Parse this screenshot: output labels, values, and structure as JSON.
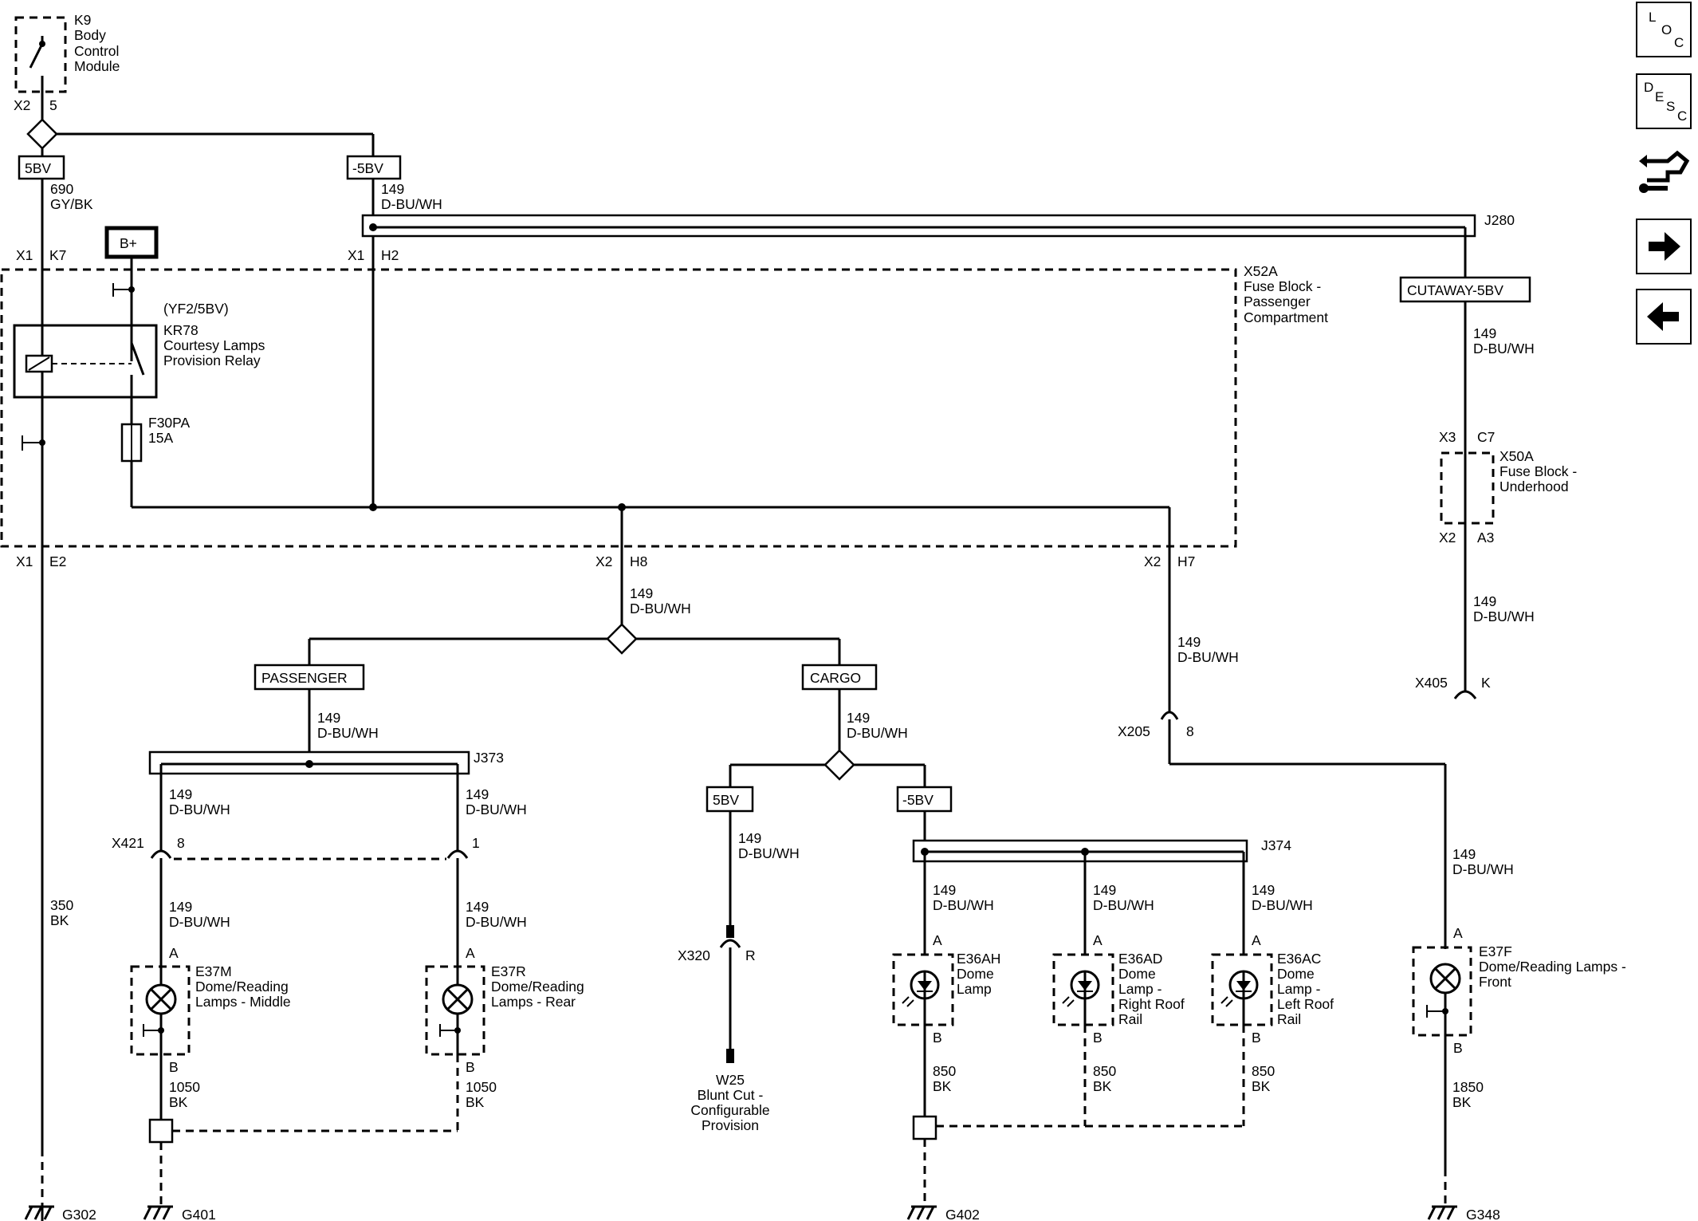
{
  "components": {
    "k9": {
      "lines": [
        "K9",
        "Body",
        "Control",
        "Module"
      ],
      "conn": "X2",
      "pin": "5"
    },
    "kr78": {
      "option": "(YF2/5BV)",
      "lines": [
        "KR78",
        "Courtesy Lamps",
        "Provision Relay"
      ]
    },
    "f30pa": {
      "lines": [
        "F30PA",
        "15A"
      ]
    },
    "x52a": {
      "lines": [
        "X52A",
        "Fuse Block -",
        "Passenger",
        "Compartment"
      ]
    },
    "x50a": {
      "lines": [
        "X50A",
        "Fuse Block -",
        "Underhood"
      ]
    },
    "bplus": "B+",
    "e37m": {
      "lines": [
        "E37M",
        "Dome/Reading",
        "Lamps - Middle"
      ]
    },
    "e37r": {
      "lines": [
        "E37R",
        "Dome/Reading",
        "Lamps - Rear"
      ]
    },
    "e36ah": {
      "lines": [
        "E36AH",
        "Dome",
        "Lamp"
      ]
    },
    "e36ad": {
      "lines": [
        "E36AD",
        "Dome",
        "Lamp -",
        "Right Roof",
        "Rail"
      ]
    },
    "e36ac": {
      "lines": [
        "E36AC",
        "Dome",
        "Lamp -",
        "Left Roof",
        "Rail"
      ]
    },
    "e37f": {
      "lines": [
        "E37F",
        "Dome/Reading Lamps -",
        "Front"
      ]
    },
    "w25": {
      "lines": [
        "W25",
        "Blunt Cut -",
        "Configurable",
        "Provision"
      ]
    }
  },
  "options": {
    "bv5": "5BV",
    "neg_bv5": "-5BV",
    "cutaway": "CUTAWAY-5BV",
    "passenger": "PASSENGER",
    "cargo": "CARGO",
    "bv5_cargo": "5BV",
    "neg_bv5_cargo": "-5BV"
  },
  "wires": {
    "w690": [
      "690",
      "GY/BK"
    ],
    "w149_top": [
      "149",
      "D-BU/WH"
    ],
    "w149_cut": [
      "149",
      "D-BU/WH"
    ],
    "w149_x2a3": [
      "149",
      "D-BU/WH"
    ],
    "w149_h8": [
      "149",
      "D-BU/WH"
    ],
    "w149_h7": [
      "149",
      "D-BU/WH"
    ],
    "w149_pass": [
      "149",
      "D-BU/WH"
    ],
    "w149_cargo": [
      "149",
      "D-BU/WH"
    ],
    "w149_j373l": [
      "149",
      "D-BU/WH"
    ],
    "w149_j373r": [
      "149",
      "D-BU/WH"
    ],
    "w149_e37m": [
      "149",
      "D-BU/WH"
    ],
    "w149_e37r": [
      "149",
      "D-BU/WH"
    ],
    "w149_5bv": [
      "149",
      "D-BU/WH"
    ],
    "w149_e36ah": [
      "149",
      "D-BU/WH"
    ],
    "w149_e36ad": [
      "149",
      "D-BU/WH"
    ],
    "w149_e36ac": [
      "149",
      "D-BU/WH"
    ],
    "w149_e37f": [
      "149",
      "D-BU/WH"
    ],
    "w350": [
      "350",
      "BK"
    ],
    "w1050_m": [
      "1050",
      "BK"
    ],
    "w1050_r": [
      "1050",
      "BK"
    ],
    "w850_ah": [
      "850",
      "BK"
    ],
    "w850_ad": [
      "850",
      "BK"
    ],
    "w850_ac": [
      "850",
      "BK"
    ],
    "w1850": [
      "1850",
      "BK"
    ]
  },
  "splices": {
    "j280": "J280",
    "j373": "J373",
    "j374": "J374"
  },
  "connectors": {
    "x1k7": [
      "X1",
      "K7"
    ],
    "x1h2": [
      "X1",
      "H2"
    ],
    "x1e2": [
      "X1",
      "E2"
    ],
    "x2h8": [
      "X2",
      "H8"
    ],
    "x2h7": [
      "X2",
      "H7"
    ],
    "x3c7": [
      "X3",
      "C7"
    ],
    "x2a3": [
      "X2",
      "A3"
    ],
    "x405": [
      "X405",
      "K"
    ],
    "x205": [
      "X205",
      "8"
    ],
    "x421": [
      "X421",
      "8"
    ],
    "x421b": "1",
    "x320": [
      "X320",
      "R"
    ]
  },
  "pins": {
    "a": "A",
    "b": "B"
  },
  "grounds": {
    "g302": "G302",
    "g401": "G401",
    "g402": "G402",
    "g348": "G348"
  },
  "nav": {
    "loc": [
      "L",
      "O",
      "C"
    ],
    "desc": [
      "D",
      "E",
      "S",
      "C"
    ],
    "forward_arrow": "arrow-right-icon",
    "back_arrow": "arrow-left-icon",
    "connector_icon": "connector-wrench-icon"
  }
}
